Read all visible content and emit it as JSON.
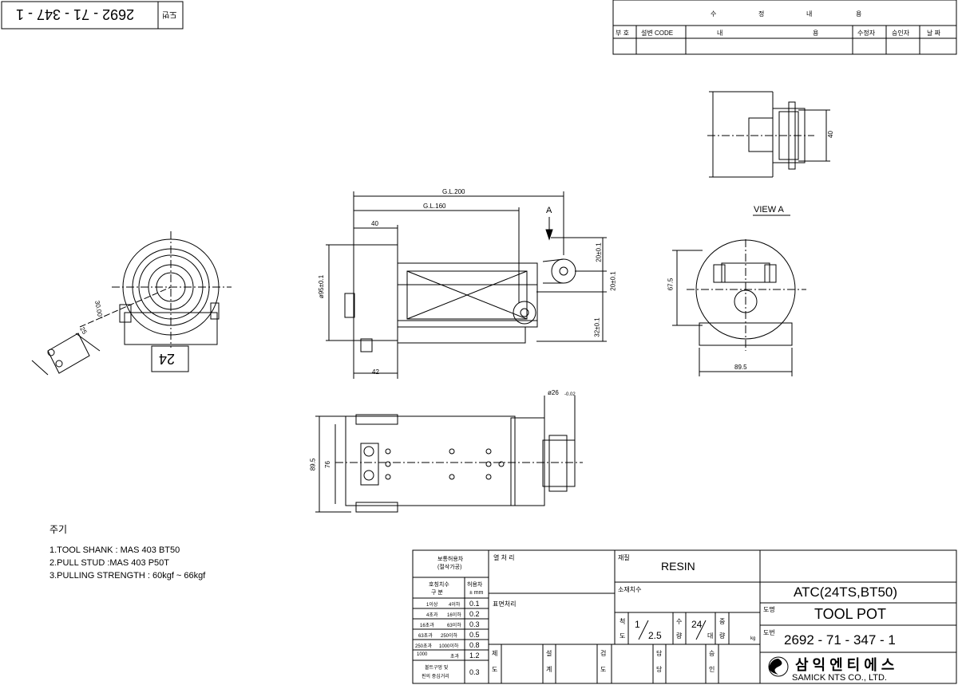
{
  "corner_stamp": {
    "number": "2692 - 71 - 347 - 1",
    "tag": "도번"
  },
  "revision_block": {
    "header": [
      "수",
      "정",
      "내",
      "용"
    ],
    "columns": [
      "부 호",
      "설변 CODE",
      "내",
      "용",
      "수정자",
      "승인자",
      "날 짜"
    ]
  },
  "dims": {
    "gl200": "G.L.200",
    "gl160": "G.L.160",
    "d40": "40",
    "d42": "42",
    "phi95": "ø95±0.1",
    "d20a": "20±0.1",
    "d20b": "20±0.1",
    "d32": "32±0.1",
    "view_a_label": "A",
    "view_a": "VIEW A",
    "d675": "67.5",
    "d895_side": "89.5",
    "d895_bottom": "89.5",
    "d76": "76",
    "phi26": "ø26",
    "phi26_tol": "-0.02",
    "top_40": "40",
    "deg30": "30.00°",
    "d25": "25",
    "pot_no": "24"
  },
  "notes": {
    "title": "주기",
    "items": [
      "1.TOOL SHANK : MAS 403 BT50",
      "2.PULL STUD :MAS 403 P50T",
      "3.PULLING STRENGTH : 60kgf ~ 66kgf"
    ]
  },
  "tolerance": {
    "title1": "보통허용차",
    "title2": "(절삭가공)",
    "col_a1": "호칭치수",
    "col_a2": "구 분",
    "col_b1": "허용차",
    "col_b2": "± mm",
    "rows": [
      [
        "1이상",
        "4이하",
        "0.1"
      ],
      [
        "4초과",
        "16이하",
        "0.2"
      ],
      [
        "16초과",
        "63이하",
        "0.3"
      ],
      [
        "63초과",
        "250이하",
        "0.5"
      ],
      [
        "250초과",
        "1000이하",
        "0.8"
      ],
      [
        "1000",
        "초과",
        "1.2"
      ]
    ],
    "last_label1": "볼트구멍 및",
    "last_label2": "핀의 중심거리",
    "last_value": "0.3"
  },
  "title_block": {
    "heat_treat": "열 처 리",
    "surface": "표면처리",
    "material_label": "재질",
    "material": "RESIN",
    "raw_size_label": "소재치수",
    "scale_label1": "척",
    "scale_label2": "도",
    "scale_num": "1",
    "scale_den": "2.5",
    "qty_label1": "수",
    "qty_label2": "량",
    "qty_num": "24",
    "qty_unit": "대",
    "weight_label1": "중",
    "weight_label2": "량",
    "weight_unit": "kg",
    "sign_labels": [
      [
        "제",
        "도"
      ],
      [
        "설",
        "계"
      ],
      [
        "검",
        "도"
      ],
      [
        "담",
        "당"
      ],
      [
        "승",
        "인"
      ]
    ],
    "project": "ATC(24TS,BT50)",
    "drawing_name_label": "도명",
    "drawing_name": "TOOL POT",
    "drawing_no_label": "도번",
    "drawing_no": "2692 - 71 - 347 - 1",
    "company_kr": "삼 익 엔 티 에 스",
    "company_en": "SAMICK   NTS   CO., LTD."
  }
}
